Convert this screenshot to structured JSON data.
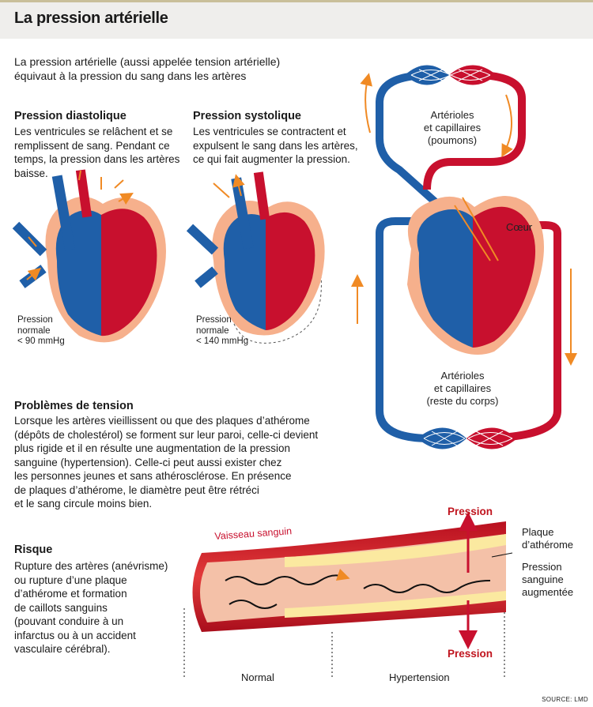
{
  "header": {
    "title": "La pression artérielle"
  },
  "intro": {
    "line1": "La pression artérielle (aussi appelée tension artérielle)",
    "line2": "équivaut à la pression du sang dans les artères"
  },
  "diastolic": {
    "heading": "Pression diastolique",
    "lines": [
      "Les ventricules se relâchent et se",
      "remplissent de sang. Pendant ce",
      "temps, la pression dans les artères",
      "baisse."
    ],
    "pressure_lines": [
      "Pression",
      "normale",
      "< 90 mmHg"
    ]
  },
  "systolic": {
    "heading": "Pression systolique",
    "lines": [
      "Les ventricules se contractent et",
      "expulsent le sang dans les artères,",
      "ce qui fait augmenter la pression."
    ],
    "pressure_lines": [
      "Pression",
      "normale",
      "< 140 mmHg"
    ]
  },
  "circulation": {
    "lungs_lines": [
      "Artérioles",
      "et capillaires",
      "(poumons)"
    ],
    "heart_label": "Cœur",
    "body_lines": [
      "Artérioles",
      "et capillaires",
      "(reste du corps)"
    ]
  },
  "problems": {
    "heading": "Problèmes de tension",
    "lines": [
      "Lorsque les artères vieillissent ou que des plaques d’athérome",
      "(dépôts de cholestérol) se forment sur leur paroi, celle-ci devient",
      "plus rigide et il en résulte une augmentation de la pression",
      "sanguine (hypertension). Celle-ci peut aussi exister chez",
      "les personnes jeunes et sans athérosclérose. En présence",
      "de  plaques d’athérome, le diamètre peut être rétréci",
      "et le sang circule moins bien."
    ]
  },
  "risk": {
    "heading": "Risque",
    "lines": [
      "Rupture des artères (anévrisme)",
      "ou rupture d’une plaque",
      "d’athérome et formation",
      "de caillots sanguins",
      "(pouvant conduire à un",
      "infarctus ou à un accident",
      "vasculaire cérébral)."
    ]
  },
  "vessel": {
    "vessel_label": "Vaisseau sanguin",
    "pressure_top": "Pression",
    "pressure_bottom": "Pression",
    "plaque_lines": [
      "Plaque",
      "d’athérome"
    ],
    "increased_lines": [
      "Pression",
      "sanguine",
      "augmentée"
    ],
    "normal_label": "Normal",
    "hypertension_label": "Hypertension"
  },
  "source": "SOURCE: LMD",
  "colors": {
    "artery_red": "#c8102e",
    "vein_blue": "#1f5fa8",
    "tissue": "#f6b08c",
    "flow_orange": "#f08a24",
    "plaque_yellow": "#fbe9a0"
  }
}
